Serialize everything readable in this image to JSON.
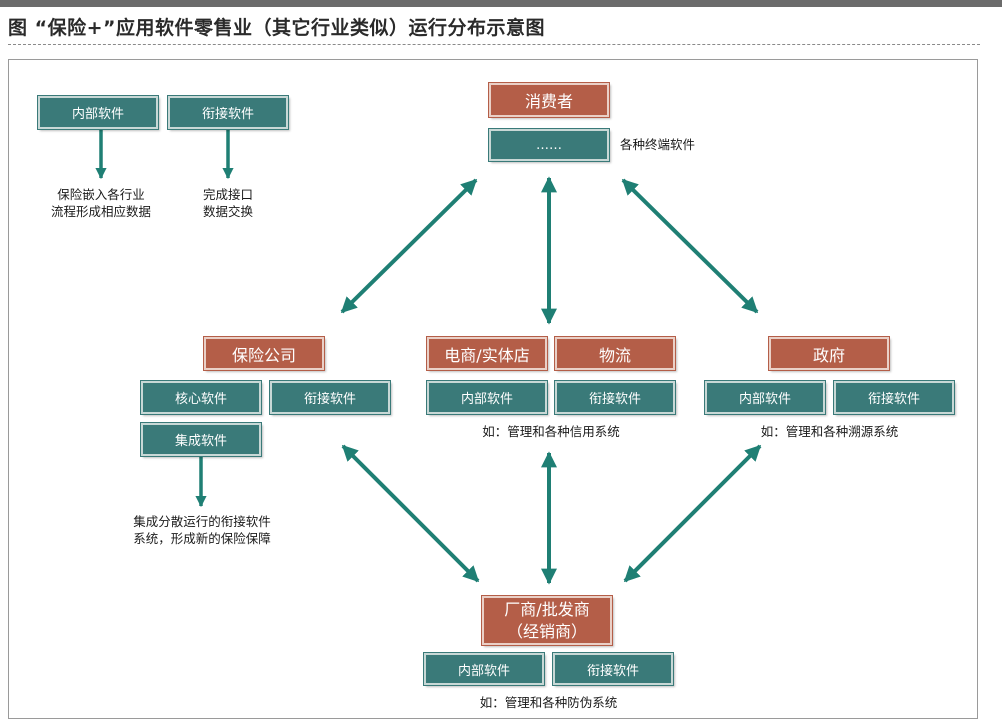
{
  "title": "图 “保险+”应用软件零售业（其它行业类似）运行分布示意图",
  "legend": {
    "internal_box": "内部软件",
    "interface_box": "衔接软件",
    "internal_note": [
      "保险嵌入各行业",
      "流程形成相应数据"
    ],
    "interface_note": [
      "完成接口",
      "数据交换"
    ]
  },
  "consumer": {
    "label": "消费者",
    "software_box": "……",
    "software_note": "各种终端软件"
  },
  "insurer": {
    "label": "保险公司",
    "core_software": "核心软件",
    "interface_software": "衔接软件",
    "integrated_software": "集成软件",
    "note": [
      "集成分散运行的衔接软件",
      "系统，形成新的保险保障"
    ]
  },
  "retail": {
    "label": "电商/实体店",
    "logistics_label": "物流",
    "internal_software": "内部软件",
    "interface_software": "衔接软件",
    "note": "如：管理和各种信用系统"
  },
  "government": {
    "label": "政府",
    "internal_software": "内部软件",
    "interface_software": "衔接软件",
    "note": "如：管理和各种溯源系统"
  },
  "manufacturer": {
    "label_line1": "厂商/批发商",
    "label_line2": "（经销商）",
    "internal_software": "内部软件",
    "interface_software": "衔接软件",
    "note": "如：管理和各种防伪系统"
  },
  "colors": {
    "teal": "#3a7a79",
    "brick": "#b45e48",
    "arrow": "#1f7f74"
  }
}
